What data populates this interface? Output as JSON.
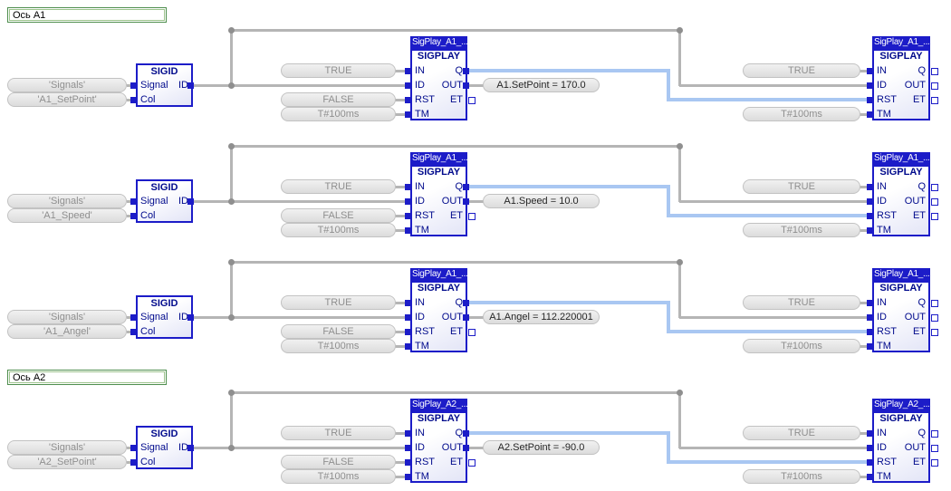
{
  "editor": {
    "colors": {
      "block_blue": "#1c1cc8",
      "block_text_navy": "#000a8c",
      "wire_gray": "#b5b5b5",
      "wire_blue": "#a9c7f2",
      "pill_gray": "#e4e4e4",
      "section_border_green": "#4e8e4e"
    },
    "rows": [
      {
        "section_label": "Ось A1",
        "sigid": {
          "type_label": "SIGID",
          "pin_rows": [
            [
              "Signal",
              "ID"
            ],
            [
              "Col",
              ""
            ]
          ]
        },
        "left_pills": [
          "'Signals'",
          "'A1_SetPoint'"
        ],
        "mid_pills": [
          "TRUE",
          "FALSE",
          "T#100ms"
        ],
        "main_block": {
          "instance_label": "SigPlay_A1_...",
          "type_label": "SIGPLAY",
          "pin_rows": [
            [
              "IN",
              "Q"
            ],
            [
              "ID",
              "OUT"
            ],
            [
              "RST",
              "ET"
            ],
            [
              "TM",
              ""
            ]
          ]
        },
        "output_pill": "A1.SetPoint = 170.0",
        "right_pills": [
          "TRUE",
          "T#100ms"
        ],
        "right_block": {
          "instance_label": "SigPlay_A1_...",
          "type_label": "SIGPLAY",
          "pin_rows": [
            [
              "IN",
              "Q"
            ],
            [
              "ID",
              "OUT"
            ],
            [
              "RST",
              "ET"
            ],
            [
              "TM",
              ""
            ]
          ]
        }
      },
      {
        "section_label": null,
        "sigid": {
          "type_label": "SIGID",
          "pin_rows": [
            [
              "Signal",
              "ID"
            ],
            [
              "Col",
              ""
            ]
          ]
        },
        "left_pills": [
          "'Signals'",
          "'A1_Speed'"
        ],
        "mid_pills": [
          "TRUE",
          "FALSE",
          "T#100ms"
        ],
        "main_block": {
          "instance_label": "SigPlay_A1_...",
          "type_label": "SIGPLAY",
          "pin_rows": [
            [
              "IN",
              "Q"
            ],
            [
              "ID",
              "OUT"
            ],
            [
              "RST",
              "ET"
            ],
            [
              "TM",
              ""
            ]
          ]
        },
        "output_pill": "A1.Speed = 10.0",
        "right_pills": [
          "TRUE",
          "T#100ms"
        ],
        "right_block": {
          "instance_label": "SigPlay_A1_...",
          "type_label": "SIGPLAY",
          "pin_rows": [
            [
              "IN",
              "Q"
            ],
            [
              "ID",
              "OUT"
            ],
            [
              "RST",
              "ET"
            ],
            [
              "TM",
              ""
            ]
          ]
        }
      },
      {
        "section_label": null,
        "sigid": {
          "type_label": "SIGID",
          "pin_rows": [
            [
              "Signal",
              "ID"
            ],
            [
              "Col",
              ""
            ]
          ]
        },
        "left_pills": [
          "'Signals'",
          "'A1_Angel'"
        ],
        "mid_pills": [
          "TRUE",
          "FALSE",
          "T#100ms"
        ],
        "main_block": {
          "instance_label": "SigPlay_A1_...",
          "type_label": "SIGPLAY",
          "pin_rows": [
            [
              "IN",
              "Q"
            ],
            [
              "ID",
              "OUT"
            ],
            [
              "RST",
              "ET"
            ],
            [
              "TM",
              ""
            ]
          ]
        },
        "output_pill": "A1.Angel = 112.220001",
        "right_pills": [
          "TRUE",
          "T#100ms"
        ],
        "right_block": {
          "instance_label": "SigPlay_A1_...",
          "type_label": "SIGPLAY",
          "pin_rows": [
            [
              "IN",
              "Q"
            ],
            [
              "ID",
              "OUT"
            ],
            [
              "RST",
              "ET"
            ],
            [
              "TM",
              ""
            ]
          ]
        }
      },
      {
        "section_label": "Ось A2",
        "sigid": {
          "type_label": "SIGID",
          "pin_rows": [
            [
              "Signal",
              "ID"
            ],
            [
              "Col",
              ""
            ]
          ]
        },
        "left_pills": [
          "'Signals'",
          "'A2_SetPoint'"
        ],
        "mid_pills": [
          "TRUE",
          "FALSE",
          "T#100ms"
        ],
        "main_block": {
          "instance_label": "SigPlay_A2_...",
          "type_label": "SIGPLAY",
          "pin_rows": [
            [
              "IN",
              "Q"
            ],
            [
              "ID",
              "OUT"
            ],
            [
              "RST",
              "ET"
            ],
            [
              "TM",
              ""
            ]
          ]
        },
        "output_pill": "A2.SetPoint = -90.0",
        "right_pills": [
          "TRUE",
          "T#100ms"
        ],
        "right_block": {
          "instance_label": "SigPlay_A2_...",
          "type_label": "SIGPLAY",
          "pin_rows": [
            [
              "IN",
              "Q"
            ],
            [
              "ID",
              "OUT"
            ],
            [
              "RST",
              "ET"
            ],
            [
              "TM",
              ""
            ]
          ]
        }
      }
    ]
  }
}
